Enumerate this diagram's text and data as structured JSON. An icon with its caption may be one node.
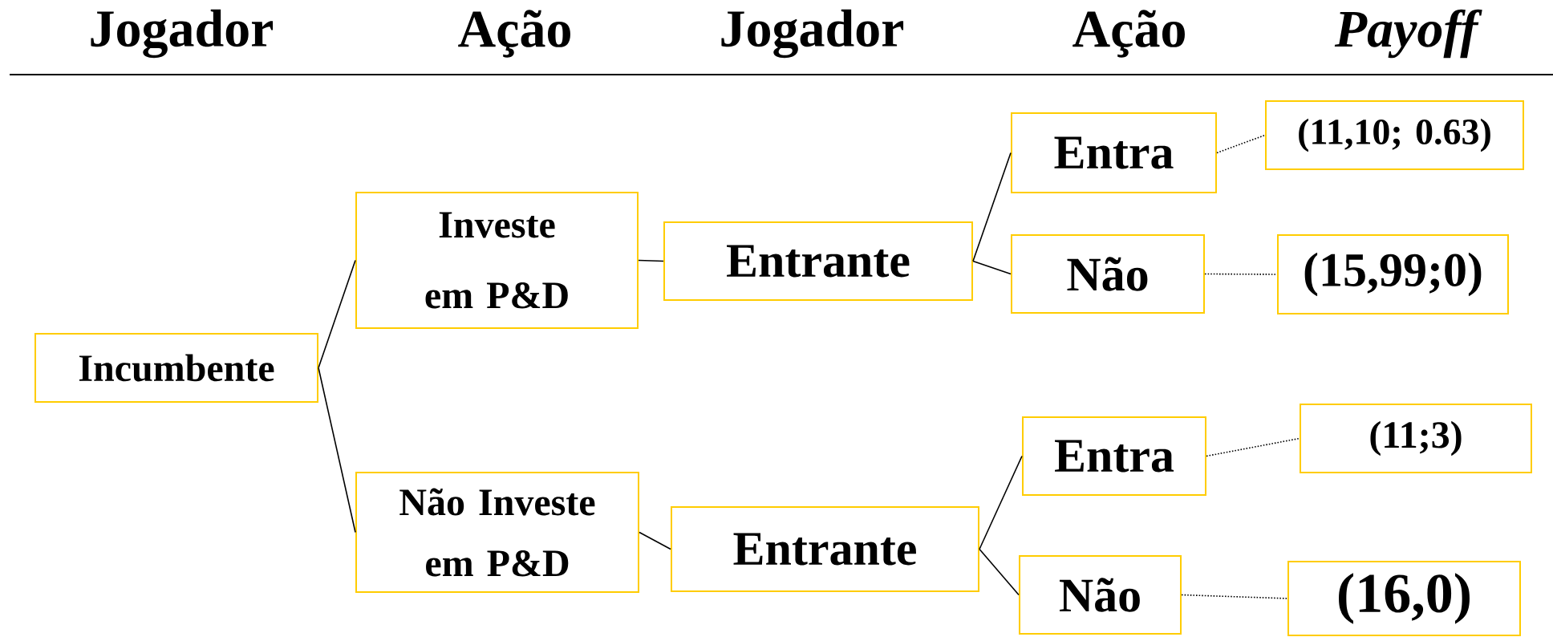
{
  "diagram": {
    "nodes": [
      {
        "text": [
          "Incumbente"
        ]
      },
      {
        "text": [
          "Investe em P&D"
        ]
      },
      {
        "text": [
          "Entrante"
        ]
      },
      {
        "text": [
          "Entra"
        ]
      },
      {
        "text": [
          "(11,10; 0.63)"
        ]
      },
      {
        "text": [
          "Não"
        ]
      },
      {
        "text": [
          "(15,99;0)"
        ]
      },
      {
        "text": [
          "Não Investe em P&D"
        ]
      },
      {
        "text": [
          "Entrante"
        ]
      },
      {
        "text": [
          "Entra"
        ]
      },
      {
        "text": [
          "(11;3)"
        ]
      },
      {
        "text": [
          "Não"
        ]
      },
      {
        "text": [
          "(16,0)"
        ]
      }
    ],
    "edges": [
      {
        "from": 0,
        "to": 1,
        "arrow": "none"
      },
      {
        "from": 0,
        "to": 7,
        "arrow": "none"
      },
      {
        "from": 1,
        "to": 2,
        "arrow": "none"
      },
      {
        "from": 2,
        "to": 3,
        "arrow": "none"
      },
      {
        "from": 2,
        "to": 5,
        "arrow": "none"
      },
      {
        "from": 7,
        "to": 8,
        "arrow": "none"
      },
      {
        "from": 8,
        "to": 9,
        "arrow": "none"
      },
      {
        "from": 8,
        "to": 11,
        "arrow": "none"
      },
      {
        "from": 3,
        "to": 4,
        "arrow": "none",
        "style": "dashed"
      },
      {
        "from": 5,
        "to": 6,
        "arrow": "none",
        "style": "dashed"
      },
      {
        "from": 9,
        "to": 10,
        "arrow": "none",
        "style": "dashed"
      },
      {
        "from": 11,
        "to": 12,
        "arrow": "none",
        "style": "dashed"
      }
    ],
    "labels": [
      "Jogador",
      "Ação",
      "Jogador",
      "Ação",
      "Payoff"
    ]
  }
}
